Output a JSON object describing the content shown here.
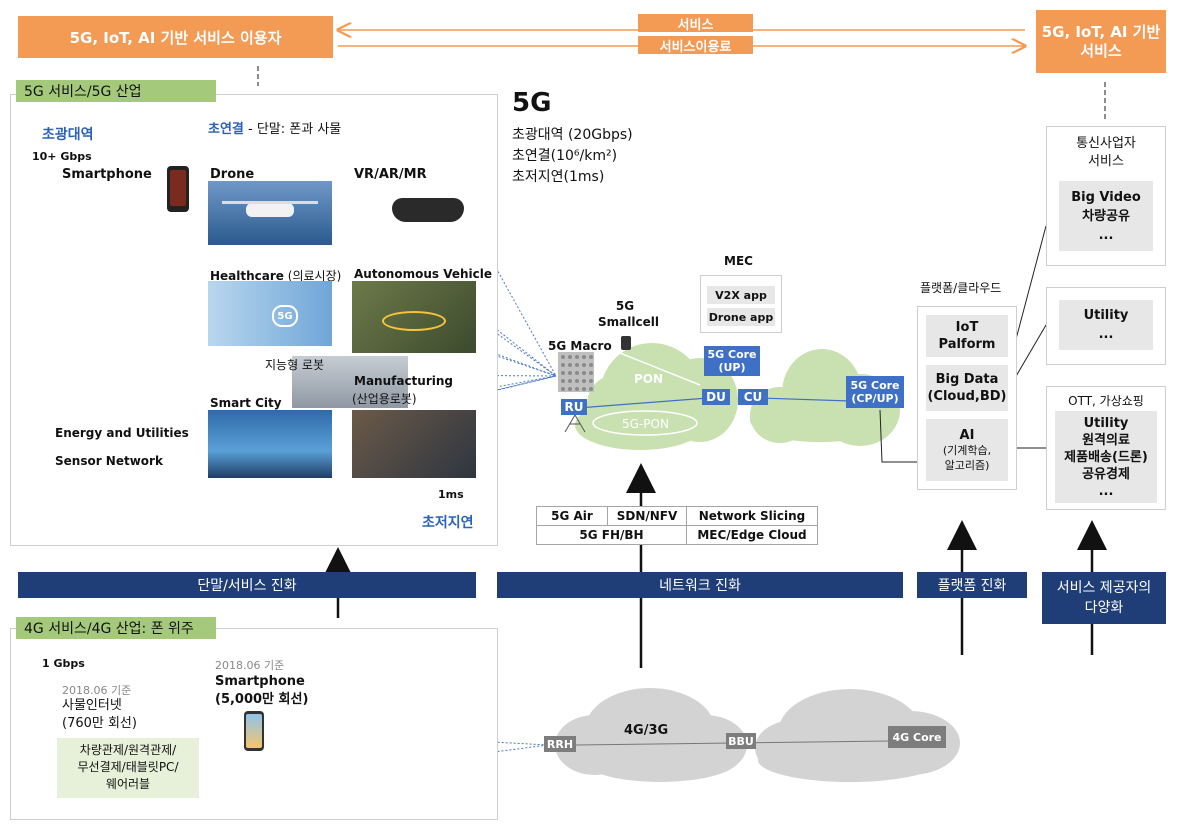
{
  "top": {
    "left_user": "5G, IoT, AI 기반 서비스 이용자",
    "right_service": "5G, IoT, AI 기반 서비스",
    "flow_service": "서비스",
    "flow_fee": "서비스이용료"
  },
  "panel5g": {
    "label": "5G 서비스/5G 산업",
    "broadband": "초광대역",
    "speed": "10+ Gbps",
    "connectivity_label": "초연결",
    "connectivity_desc": " - 단말: 폰과 사물",
    "latency_label": "초저지연",
    "latency_value": "1ms",
    "smartphone": "Smartphone",
    "drone": "Drone",
    "vr": "VR/AR/MR",
    "healthcare": "Healthcare",
    "healthcare_sub": " (의료시장)",
    "autonomous": "Autonomous Vehicle",
    "robot": "지능형 로봇",
    "manufacturing": "Manufacturing",
    "manufacturing_sub": "(산업용로봇)",
    "smart_city": "Smart City",
    "energy": "Energy and Utilities",
    "sensor": "Sensor Network",
    "hc_5g": "5G"
  },
  "spec": {
    "title": "5G",
    "line1": "초광대역 (20Gbps)",
    "line2": "초연결(10⁶/km²)",
    "line3": "초저지연(1ms)"
  },
  "network": {
    "mec": "MEC",
    "v2x": "V2X app",
    "drone_app": "Drone app",
    "core_up": "5G Core\n(UP)",
    "smallcell": "5G\nSmallcell",
    "macro": "5G Macro",
    "pon": "PON",
    "pon5g": "5G-PON",
    "ru": "RU",
    "du": "DU",
    "cu": "CU",
    "core_cp": "5G Core\n(CP/UP)"
  },
  "tech_table": {
    "r1": [
      "5G Air",
      "SDN/NFV",
      "Network Slicing"
    ],
    "r2": [
      "5G FH/BH",
      "MEC/Edge Cloud"
    ]
  },
  "platform": {
    "title": "플랫폼/클라우드",
    "iot": "IoT\nPalform",
    "bigdata": "Big Data\n(Cloud,BD)",
    "ai": "AI",
    "ai_sub": "(기계학습,\n알고리즘)"
  },
  "services": {
    "telco_title": "통신사업자\n서비스",
    "telco_items": "Big Video\n차량공유\n...",
    "utility": "Utility\n...",
    "ott_title": "OTT, 가상쇼핑",
    "ott_items": "Utility\n원격의료\n제품배송(드론)\n공유경제\n..."
  },
  "evolution": {
    "device": "단말/서비스 진화",
    "network": "네트워크 진화",
    "platform": "플랫폼 진화",
    "provider": "서비스 제공자의\n다양화"
  },
  "panel4g": {
    "label": "4G 서비스/4G 산업: 폰 위주",
    "speed": "1 Gbps",
    "date1": "2018.06 기준",
    "iot": "사물인터넷\n(760만 회선)",
    "date2": "2018.06 기준",
    "smartphone": "Smartphone\n(5,000만 회선)",
    "apps": "차량관제/원격관제/\n무선결제/태블릿PC/\n웨어러블"
  },
  "legacy": {
    "rrh": "RRH",
    "gen": "4G/3G",
    "bbu": "BBU",
    "core4g": "4G Core"
  },
  "colors": {
    "orange": "#f39a54",
    "navy": "#1f3e77",
    "green": "#a4c97a",
    "blue": "#3e71c6",
    "cloud_green": "#c9e0b0",
    "cloud_gray": "#d3d3d3"
  }
}
